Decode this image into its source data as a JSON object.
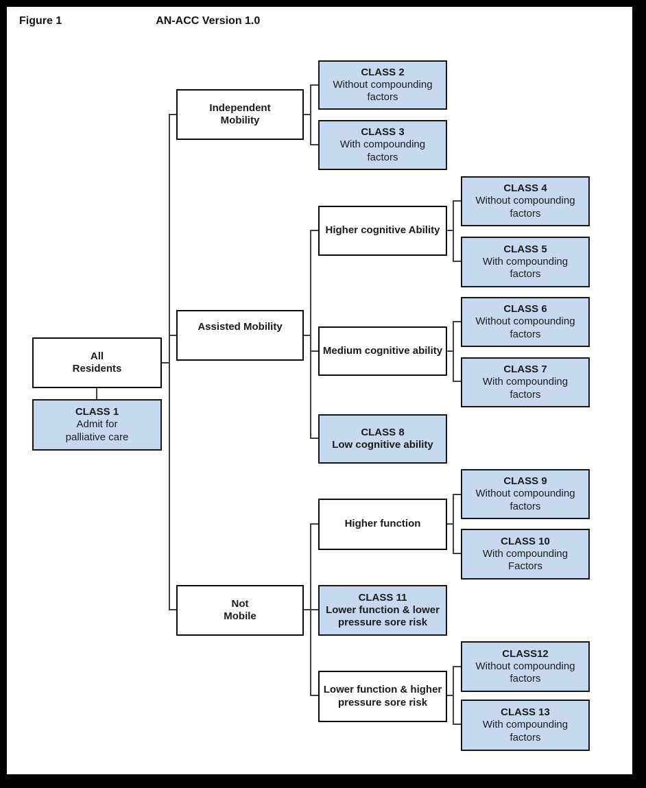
{
  "figure": {
    "label": "Figure 1",
    "title": "AN-ACC Version 1.0"
  },
  "colors": {
    "class_box_fill": "#c6d9f1",
    "box_border": "#0a0a0a",
    "connector": "#404040",
    "page_frame": "#000000",
    "background": "#ffffff"
  },
  "tree": {
    "root": {
      "lines": [
        "All",
        "Residents"
      ]
    },
    "class1": {
      "title": "CLASS 1",
      "desc": [
        "Admit for",
        "palliative care"
      ]
    },
    "independent": {
      "label": [
        "Independent",
        "Mobility"
      ],
      "class2": {
        "title": "CLASS 2",
        "desc": [
          "Without compounding",
          "factors"
        ]
      },
      "class3": {
        "title": "CLASS 3",
        "desc": [
          "With compounding",
          "factors"
        ]
      }
    },
    "assisted": {
      "label": [
        "Assisted Mobility"
      ],
      "higher_cognitive": {
        "label": [
          "Higher cognitive Ability"
        ],
        "class4": {
          "title": "CLASS 4",
          "desc": [
            "Without  compounding",
            "factors"
          ]
        },
        "class5": {
          "title": "CLASS 5",
          "desc": [
            "With compounding",
            "factors"
          ]
        }
      },
      "medium_cognitive": {
        "label": [
          "Medium cognitive ability"
        ],
        "class6": {
          "title": "CLASS 6",
          "desc": [
            "Without compounding",
            "factors"
          ]
        },
        "class7": {
          "title": "CLASS 7",
          "desc": [
            "With compounding",
            "factors"
          ]
        }
      },
      "class8": {
        "title": "CLASS 8",
        "desc": [
          "Low cognitive ability"
        ]
      }
    },
    "not_mobile": {
      "label": [
        "Not",
        "Mobile"
      ],
      "higher_function": {
        "label": [
          "Higher function"
        ],
        "class9": {
          "title": "CLASS 9",
          "desc": [
            "Without compounding",
            "factors"
          ]
        },
        "class10": {
          "title": "CLASS 10",
          "desc": [
            "With compounding",
            "Factors"
          ]
        }
      },
      "class11": {
        "title": "CLASS 11",
        "desc": [
          "Lower function & lower",
          "pressure sore risk"
        ]
      },
      "lower_function_higher": {
        "label": [
          "Lower function & higher",
          "pressure sore risk"
        ],
        "class12": {
          "title": "CLASS12",
          "desc": [
            "Without compounding",
            "factors"
          ]
        },
        "class13": {
          "title": "CLASS 13",
          "desc": [
            "With compounding",
            "factors"
          ]
        }
      }
    }
  }
}
